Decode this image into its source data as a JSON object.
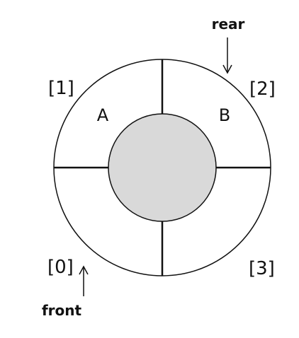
{
  "diagram": {
    "slots": [
      {
        "index_label": "[0]",
        "value": ""
      },
      {
        "index_label": "[1]",
        "value": "A"
      },
      {
        "index_label": "[2]",
        "value": "B"
      },
      {
        "index_label": "[3]",
        "value": ""
      }
    ],
    "pointers": {
      "front": "front",
      "rear": "rear"
    },
    "colors": {
      "stroke": "#111111",
      "hub_fill": "#d9d9d9",
      "background": "#ffffff"
    }
  }
}
